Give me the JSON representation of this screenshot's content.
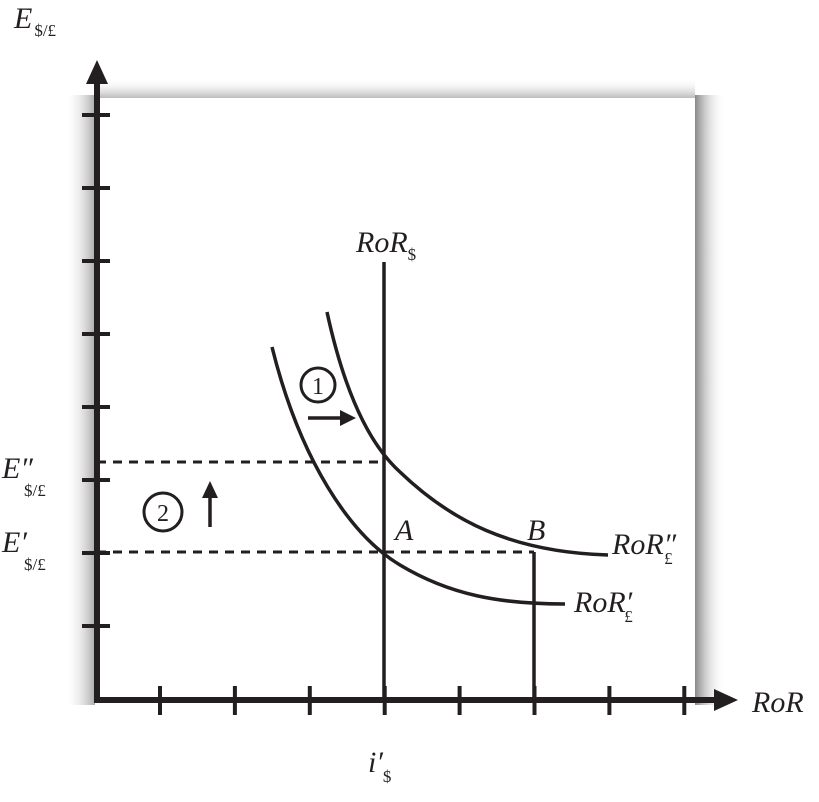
{
  "diagram": {
    "y_axis_label": {
      "main": "E",
      "sub": "$/£"
    },
    "x_axis_label": "RoR",
    "x_tick_label": {
      "main": "i′",
      "sub": "$"
    },
    "y_tick_labels": [
      {
        "main": "E″",
        "sub": "$/£"
      },
      {
        "main": "E′",
        "sub": "$/£"
      }
    ],
    "curves": {
      "ror_dollar": {
        "main": "RoR",
        "sub": "$"
      },
      "ror_pound_1": {
        "main": "RoR′",
        "sub": "£"
      },
      "ror_pound_2": {
        "main": "RoR″",
        "sub": "£"
      }
    },
    "points": [
      "A",
      "B"
    ],
    "steps": [
      "1",
      "2"
    ],
    "colors": {
      "ink": "#231f20",
      "background": "#ffffff"
    }
  }
}
